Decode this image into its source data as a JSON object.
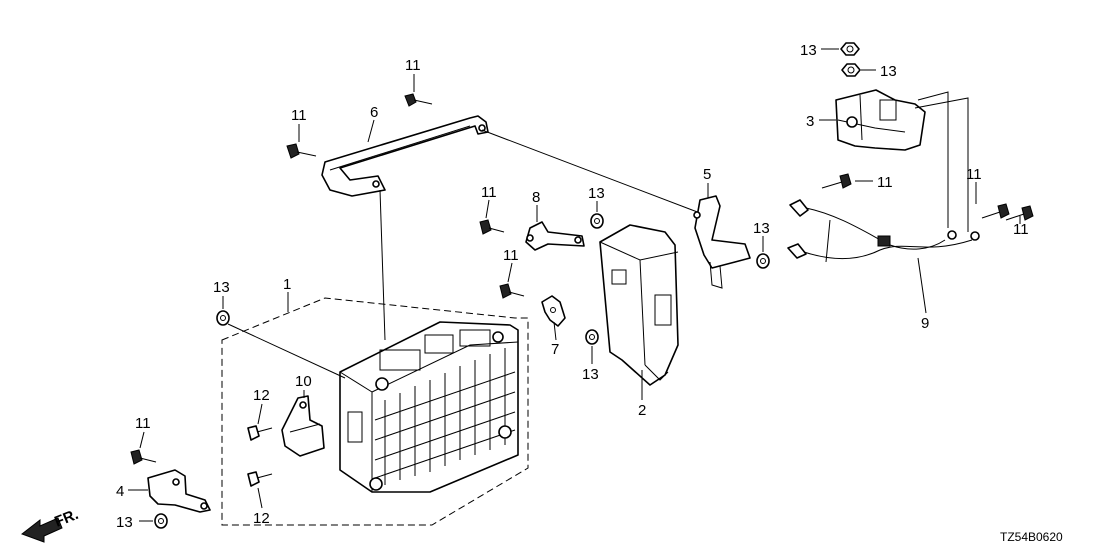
{
  "diagram": {
    "code": "TZ54B0620",
    "direction_label": "FR.",
    "callouts": [
      {
        "id": "c13a",
        "text": "13"
      },
      {
        "id": "c13b",
        "text": "13"
      },
      {
        "id": "c3",
        "text": "3"
      },
      {
        "id": "c11a",
        "text": "11"
      },
      {
        "id": "c6",
        "text": "6"
      },
      {
        "id": "c11b",
        "text": "11"
      },
      {
        "id": "c5",
        "text": "5"
      },
      {
        "id": "c11c",
        "text": "11"
      },
      {
        "id": "c11d",
        "text": "11"
      },
      {
        "id": "c11e",
        "text": "11"
      },
      {
        "id": "c8",
        "text": "8"
      },
      {
        "id": "c13c",
        "text": "13"
      },
      {
        "id": "c13d",
        "text": "13"
      },
      {
        "id": "c11f",
        "text": "11"
      },
      {
        "id": "c13e",
        "text": "13"
      },
      {
        "id": "c1",
        "text": "1"
      },
      {
        "id": "c11g",
        "text": "11"
      },
      {
        "id": "c7",
        "text": "7"
      },
      {
        "id": "c13f",
        "text": "13"
      },
      {
        "id": "c9",
        "text": "9"
      },
      {
        "id": "c10",
        "text": "10"
      },
      {
        "id": "c12a",
        "text": "12"
      },
      {
        "id": "c2",
        "text": "2"
      },
      {
        "id": "c11h",
        "text": "11"
      },
      {
        "id": "c4",
        "text": "4"
      },
      {
        "id": "c12b",
        "text": "12"
      },
      {
        "id": "c13g",
        "text": "13"
      }
    ]
  }
}
